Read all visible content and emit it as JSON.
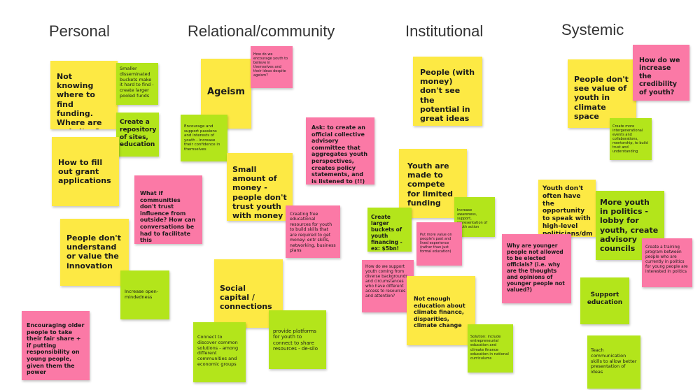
{
  "colors": {
    "yellow": "#fde944",
    "green": "#b3e51b",
    "pink": "#fb79a6",
    "heading": "#333333"
  },
  "headings": {
    "personal": "Personal",
    "relational": "Relational/community",
    "institutional": "Institutional",
    "systemic": "Systemic"
  },
  "notes": {
    "p1": "Not knowing where to find funding. Where are websites?",
    "p2": "Smaller disseminated buckets make it hard to find - create larger pooled funds",
    "p3": "Create a repository of sites, education",
    "p4": "How to fill out grant applications",
    "p5": "What if communities don't trust influence from outside? How can conversations be had to facilitate this",
    "p6": "People don't understand or value the innovation",
    "p7": "Increase open-mindedness",
    "p8": "Encouraging older people to take their fair share + if putting responsibility on young people, given them the power",
    "r1": "How do we encourage youth to believe in themselves and their ideas despite ageism?",
    "r2": "Ageism",
    "r3": "Encourage and support passions and interests of youth - increase their confidence in themselves",
    "r4": "Ask: to create an official collective advisory committee that aggregates youth perspectives, creates policy statements, and is listened to (!!)",
    "r5": "Small amount of money - people don't trust youth with money",
    "r6": "Creating free educational resources for youth to build skills that are required to get money: entr skills, networking, business plans",
    "r7": "Social capital / connections",
    "r8": "Connect to discover common solutions - among different communities and economic groups",
    "r9": "provide platforms for youth to connect to share resources - de-silo",
    "i1": "People (with money) don't see the potential in great ideas",
    "i2": "Youth are made to compete for limited funding",
    "i3": "Create larger buckets of youth financing - ex: $5bn!",
    "i4": "Increase awareness, support, representation of youth action",
    "i5": "Put more value on people's past and lived experience (rather than just formal education)",
    "i6": "How do we support youth coming from diverse backgrounds and circumstances who have different access to resources and attention?",
    "i7": "Not enough education about climate finance, disparities, climate change",
    "i8": "Solution: include entrepreneurial education and climate finance education in national curriculums",
    "s1": "People don't see value of youth in climate space",
    "s2": "How do we increase the credibility of youth?",
    "s3": "Create more intergenerational events and collaborations, mentorship, to build trust and understanding",
    "s4": "Youth don't often have the opportunity to speak with high-level politicians/dm",
    "s5": "More youth in politics - lobby for youth, create advisory councils",
    "s6": "Why are younger people not allowed to be elected officials? (i.e. why are the thoughts and opinions of younger people not valued?)",
    "s7": "Create a training program between people who are currently in politics for young people are interested in politics",
    "s8": "Support education",
    "s9": "Teach communication skills to allow better presentation of ideas"
  }
}
